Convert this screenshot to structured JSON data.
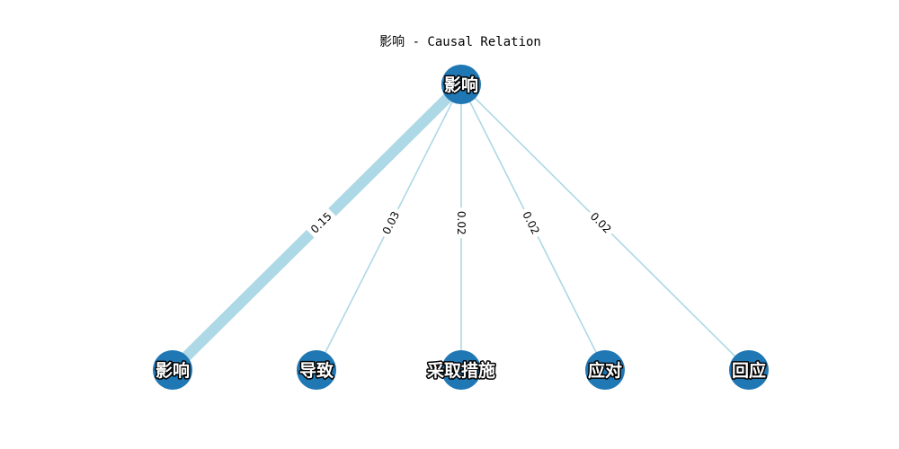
{
  "title": "影响 - Causal Relation",
  "colors": {
    "node_fill": "#1f77b4",
    "edge_stroke": "#add8e6",
    "label_bg": "#ffffff",
    "text": "#000000"
  },
  "graph": {
    "root": {
      "id": "root",
      "label": "影响"
    },
    "targets": [
      {
        "id": "t1",
        "label": "影响",
        "weight_label": "0.15",
        "weight": 0.15
      },
      {
        "id": "t2",
        "label": "导致",
        "weight_label": "0.03",
        "weight": 0.03
      },
      {
        "id": "t3",
        "label": "采取措施",
        "weight_label": "0.02",
        "weight": 0.02
      },
      {
        "id": "t4",
        "label": "应对",
        "weight_label": "0.02",
        "weight": 0.02
      },
      {
        "id": "t5",
        "label": "回应",
        "weight_label": "0.02",
        "weight": 0.02
      }
    ]
  }
}
